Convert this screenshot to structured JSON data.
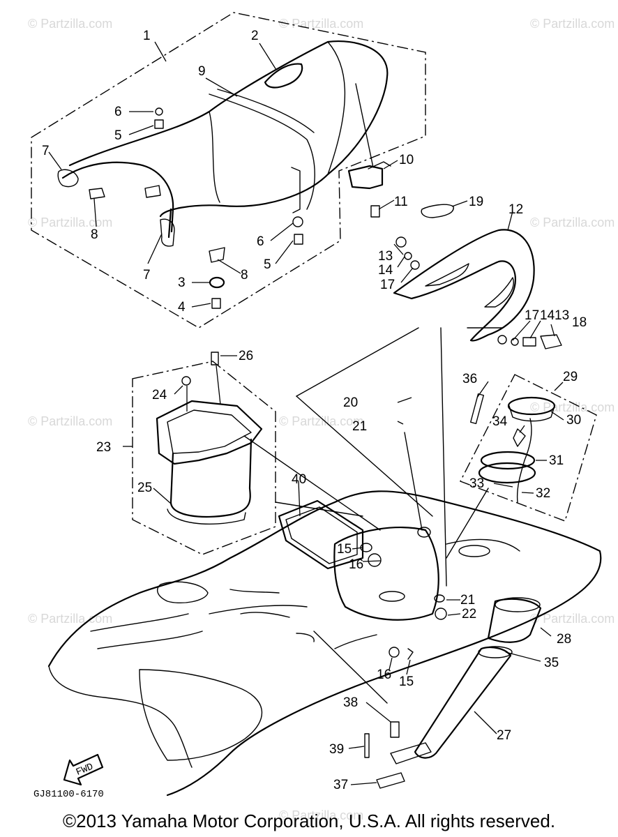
{
  "watermark": "© Partzilla.com",
  "diagram_code": "GJ81100-6170",
  "fwd_label": "FWD",
  "copyright": "©2013 Yamaha Motor Corporation, U.S.A. All rights reserved.",
  "callouts": {
    "c1": "1",
    "c2": "2",
    "c3": "3",
    "c4": "4",
    "c5a": "5",
    "c5b": "5",
    "c6a": "6",
    "c6b": "6",
    "c7a": "7",
    "c7b": "7",
    "c8a": "8",
    "c8b": "8",
    "c9": "9",
    "c10": "10",
    "c11": "11",
    "c12": "12",
    "c13a": "13",
    "c13b": "13",
    "c14a": "14",
    "c14b": "14",
    "c15a": "15",
    "c15b": "15",
    "c16a": "16",
    "c16b": "16",
    "c17a": "17",
    "c17b": "17",
    "c18": "18",
    "c19": "19",
    "c20": "20",
    "c21a": "21",
    "c21b": "21",
    "c22": "22",
    "c23": "23",
    "c24": "24",
    "c25": "25",
    "c26": "26",
    "c27": "27",
    "c28": "28",
    "c29": "29",
    "c30": "30",
    "c31": "31",
    "c32": "32",
    "c33": "33",
    "c34": "34",
    "c35": "35",
    "c36": "36",
    "c37": "37",
    "c38": "38",
    "c39": "39",
    "c40": "40"
  }
}
